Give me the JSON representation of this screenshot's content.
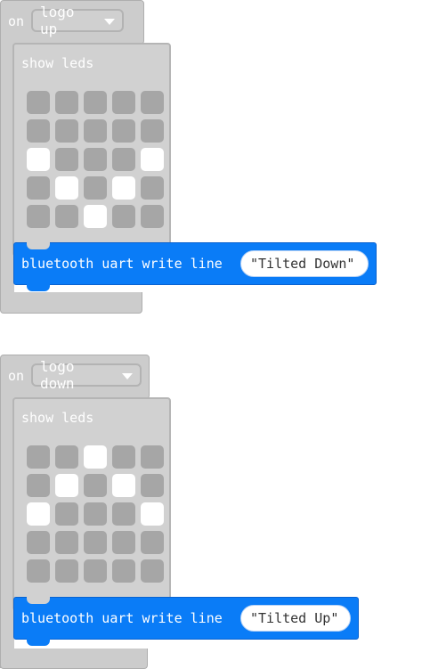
{
  "blocks": [
    {
      "event_label": "on",
      "dropdown": "logo up",
      "show_leds_label": "show leds",
      "leds": [
        [
          0,
          0,
          0,
          0,
          0
        ],
        [
          0,
          0,
          0,
          0,
          0
        ],
        [
          1,
          0,
          0,
          0,
          1
        ],
        [
          0,
          1,
          0,
          1,
          0
        ],
        [
          0,
          0,
          1,
          0,
          0
        ]
      ],
      "bluetooth_label": "bluetooth uart write line",
      "string_value": "Tilted Down"
    },
    {
      "event_label": "on",
      "dropdown": "logo down",
      "show_leds_label": "show leds",
      "leds": [
        [
          0,
          0,
          1,
          0,
          0
        ],
        [
          0,
          1,
          0,
          1,
          0
        ],
        [
          1,
          0,
          0,
          0,
          1
        ],
        [
          0,
          0,
          0,
          0,
          0
        ],
        [
          0,
          0,
          0,
          0,
          0
        ]
      ],
      "bluetooth_label": "bluetooth uart write line",
      "string_value": "Tilted Up"
    }
  ],
  "quote_open": "\"",
  "quote_close": "\"",
  "colors": {
    "event_bg": "#cccccc",
    "led_off": "#a6a6a6",
    "led_on": "#ffffff",
    "bluetooth_bg": "#0a7cf7"
  }
}
